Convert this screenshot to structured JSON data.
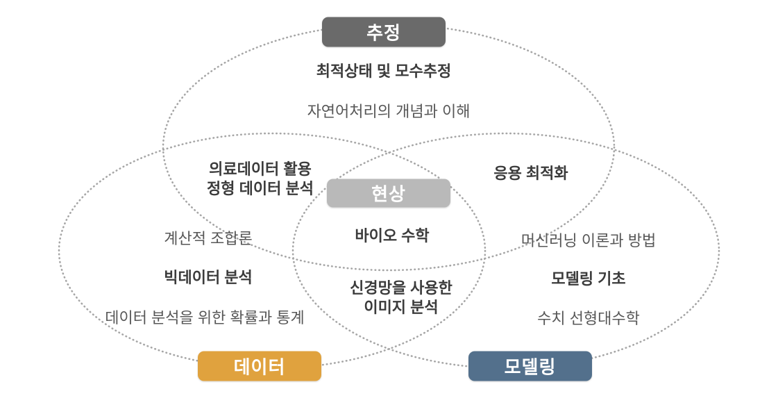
{
  "badges": {
    "estimation": "추정",
    "phenomenon": "현상",
    "data": "데이터",
    "modeling": "모델링"
  },
  "items": {
    "estimation_bold": "최적상태 및 모수추정",
    "estimation_regular": "자연어처리의 개념과 이해",
    "estimation_data_line1": "의료데이터 활용",
    "estimation_data_line2": "정형 데이터 분석",
    "estimation_modeling": "응용 최적화",
    "core": "바이오 수학",
    "data_regular1": "계산적 조합론",
    "data_bold": "빅데이터 분석",
    "data_regular2": "데이터 분석을 위한 확률과 통계",
    "data_modeling_line1": "신경망을 사용한",
    "data_modeling_line2": "이미지 분석",
    "modeling_regular1": "머신러닝 이론과 방법",
    "modeling_bold": "모델링 기초",
    "modeling_regular2": "수치 선형대수학"
  },
  "colors": {
    "estimation_box": "#6a6a6a",
    "phenomenon_box": "#b9b9b9",
    "data_box": "#e0a23e",
    "data_box_border": "#d1922f",
    "modeling_box": "#53708c",
    "modeling_box_border": "#45607b",
    "bold_text": "#3b3b3b",
    "regular_text": "#575757",
    "ellipse_dots": "#a6a6a6"
  }
}
